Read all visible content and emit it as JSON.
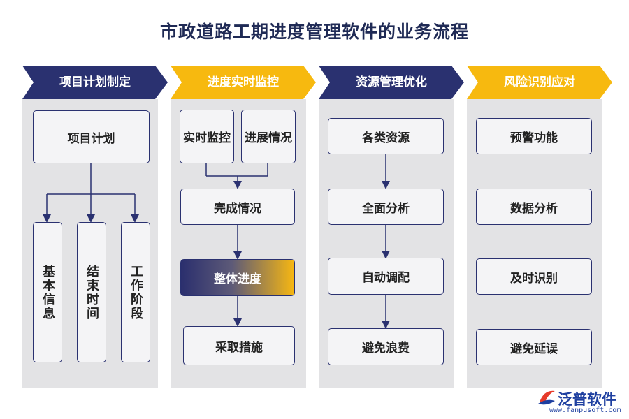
{
  "title": "市政道路工期进度管理软件的业务流程",
  "colors": {
    "navy": "#2a3170",
    "gold": "#f7b90f",
    "panel": "#e3e3e5"
  },
  "columns": [
    {
      "header": "项目计划制定",
      "header_color": "navy",
      "top_box": "项目计划",
      "sub_items": [
        "基本信息",
        "结束时间",
        "工作阶段"
      ]
    },
    {
      "header": "进度实时监控",
      "header_color": "gold",
      "top_pair": [
        "实时监控",
        "进展情况"
      ],
      "steps": [
        "完成情况",
        "整体进度",
        "采取措施"
      ]
    },
    {
      "header": "资源管理优化",
      "header_color": "navy",
      "steps": [
        "各类资源",
        "全面分析",
        "自动调配",
        "避免浪费"
      ]
    },
    {
      "header": "风险识别应对",
      "header_color": "gold",
      "steps": [
        "预警功能",
        "数据分析",
        "及时识别",
        "避免延误"
      ]
    }
  ],
  "logo": {
    "brand": "泛普软件",
    "url": "www.fanpusoft.com"
  }
}
